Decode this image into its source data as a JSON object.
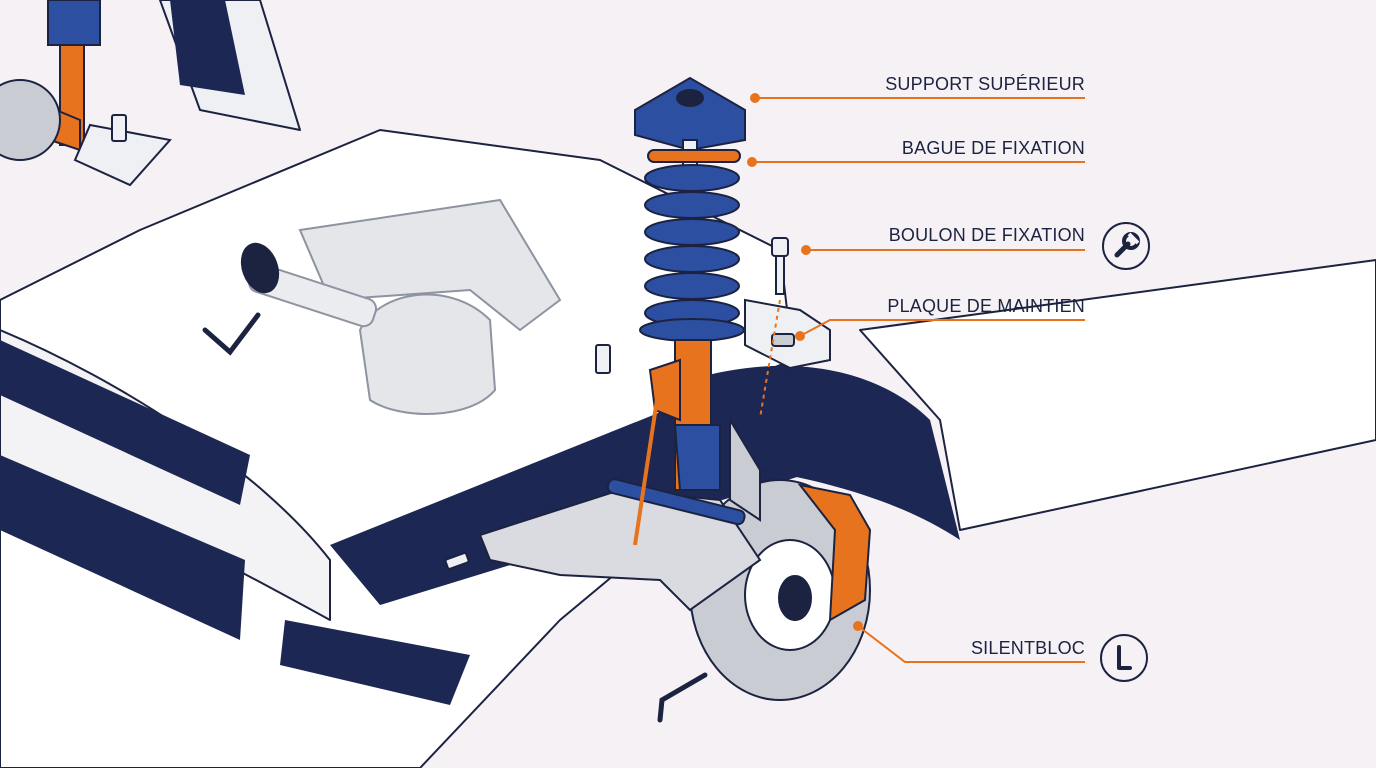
{
  "diagram": {
    "colors": {
      "background": "#f5f1f5",
      "outline": "#1c2340",
      "navy": "#1c2754",
      "spring_blue": "#2c4fa1",
      "accent_orange": "#e8731e",
      "metal_gray": "#c9ccd3"
    },
    "callouts": [
      {
        "id": "support",
        "label": "SUPPORT SUPÉRIEUR",
        "icon": ""
      },
      {
        "id": "bague",
        "label": "BAGUE DE FIXATION",
        "icon": ""
      },
      {
        "id": "boulon",
        "label": "BOULON DE FIXATION",
        "icon": "wrench-icon"
      },
      {
        "id": "plaque",
        "label": "PLAQUE DE MAINTIEN",
        "icon": ""
      },
      {
        "id": "silentbloc",
        "label": "SILENTBLOC",
        "icon": "hex-key-icon"
      }
    ]
  }
}
